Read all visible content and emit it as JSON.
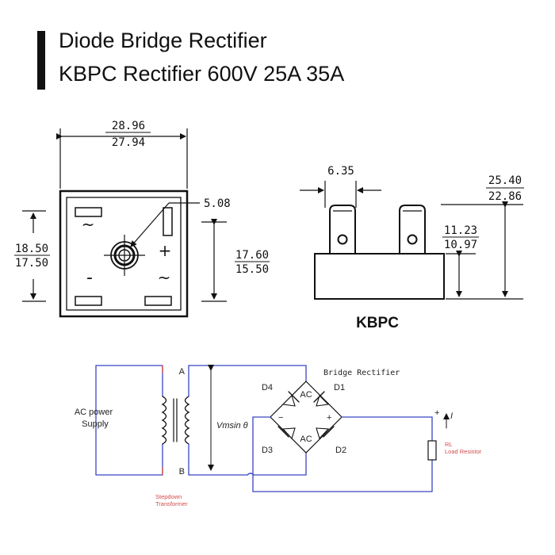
{
  "title": {
    "line1": "Diode Bridge Rectifier",
    "line2": "KBPC Rectifier 600V 25A 35A"
  },
  "top_view": {
    "width_max": "28.96",
    "width_min": "27.94",
    "hole": "5.08",
    "height_max": "18.50",
    "height_min": "17.50",
    "inner_max": "17.60",
    "inner_min": "15.50",
    "mark_ac_top": "~",
    "mark_plus": "+",
    "mark_minus": "-",
    "mark_ac_bottom": "~"
  },
  "side_view": {
    "terminal_width": "6.35",
    "total_max": "25.40",
    "total_min": "22.86",
    "body_max": "11.23",
    "body_min": "10.97",
    "label": "KBPC"
  },
  "circuit": {
    "title": "Bridge Rectifier",
    "source_line1": "AC power",
    "source_line2": "Supply",
    "node_a": "A",
    "node_b": "B",
    "voltage": "Vmsin θ",
    "d1": "D1",
    "d2": "D2",
    "d3": "D3",
    "d4": "D4",
    "ac_top": "AC",
    "ac_bottom": "AC",
    "minus": "−",
    "plus": "+",
    "out_plus": "+",
    "current": "I",
    "rl": "RL",
    "load": "Load Resistor",
    "transformer_line1": "Stepdown",
    "transformer_line2": "Transformer"
  },
  "colors": {
    "wire": "#3b46c4",
    "label_red": "#d24a4a",
    "ink": "#111111"
  }
}
